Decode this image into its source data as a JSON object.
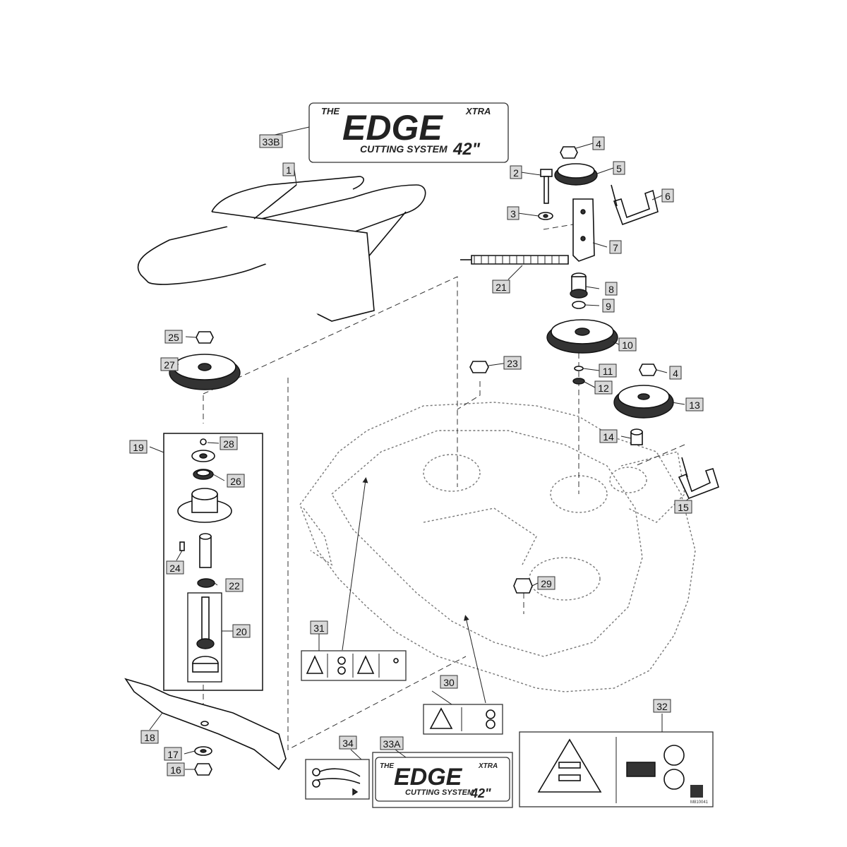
{
  "decals": {
    "edge_top": {
      "the": "THE",
      "edge": "EDGE",
      "xtra": "XTRA",
      "cutting_system": "CUTTING SYSTEM",
      "size": "42\""
    },
    "edge_bottom": {
      "the": "THE",
      "edge": "EDGE",
      "xtra": "XTRA",
      "cutting_system": "CUTTING SYSTEM",
      "size": "42\""
    },
    "serial_code": "M810041"
  },
  "callouts": [
    {
      "id": "c1",
      "label": "1"
    },
    {
      "id": "c2",
      "label": "2"
    },
    {
      "id": "c3",
      "label": "3"
    },
    {
      "id": "c4a",
      "label": "4"
    },
    {
      "id": "c4b",
      "label": "4"
    },
    {
      "id": "c5",
      "label": "5"
    },
    {
      "id": "c6",
      "label": "6"
    },
    {
      "id": "c7",
      "label": "7"
    },
    {
      "id": "c8",
      "label": "8"
    },
    {
      "id": "c9",
      "label": "9"
    },
    {
      "id": "c10",
      "label": "10"
    },
    {
      "id": "c11",
      "label": "11"
    },
    {
      "id": "c12",
      "label": "12"
    },
    {
      "id": "c13",
      "label": "13"
    },
    {
      "id": "c14",
      "label": "14"
    },
    {
      "id": "c15",
      "label": "15"
    },
    {
      "id": "c16",
      "label": "16"
    },
    {
      "id": "c17",
      "label": "17"
    },
    {
      "id": "c18",
      "label": "18"
    },
    {
      "id": "c19",
      "label": "19"
    },
    {
      "id": "c20",
      "label": "20"
    },
    {
      "id": "c21",
      "label": "21"
    },
    {
      "id": "c22",
      "label": "22"
    },
    {
      "id": "c23",
      "label": "23"
    },
    {
      "id": "c24",
      "label": "24"
    },
    {
      "id": "c25",
      "label": "25"
    },
    {
      "id": "c26",
      "label": "26"
    },
    {
      "id": "c27",
      "label": "27"
    },
    {
      "id": "c28",
      "label": "28"
    },
    {
      "id": "c29",
      "label": "29"
    },
    {
      "id": "c30",
      "label": "30"
    },
    {
      "id": "c31",
      "label": "31"
    },
    {
      "id": "c32",
      "label": "32"
    },
    {
      "id": "c33a",
      "label": "33A"
    },
    {
      "id": "c33b",
      "label": "33B"
    },
    {
      "id": "c34",
      "label": "34"
    }
  ]
}
